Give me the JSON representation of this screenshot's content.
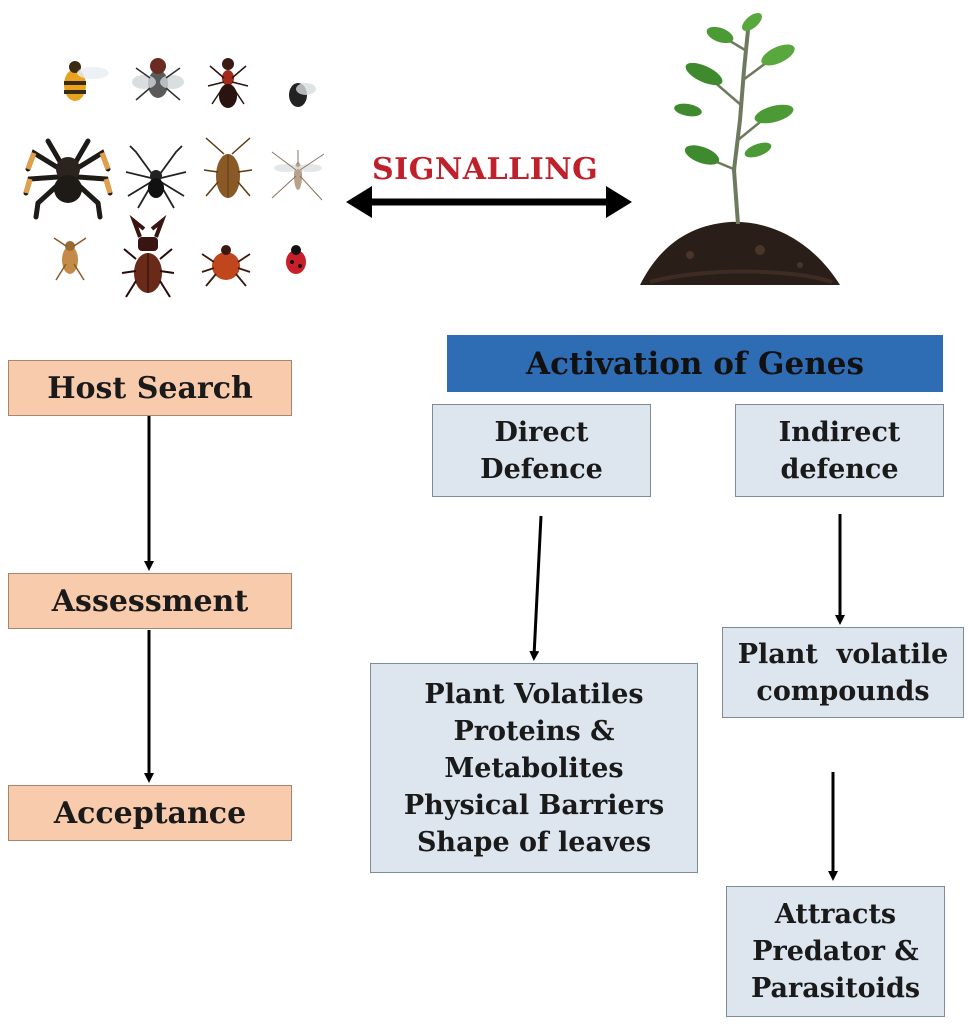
{
  "signal": "SIGNALLING",
  "left": [
    "Host Search",
    "Assessment",
    "Acceptance"
  ],
  "banner": "Activation of Genes",
  "direct": [
    "Direct",
    "Defence"
  ],
  "indirect": [
    "Indirect",
    "defence"
  ],
  "direct_items": [
    "Plant Volatiles",
    "Proteins &",
    "Metabolites",
    "Physical Barriers",
    "Shape of leaves"
  ],
  "volatile": [
    "Plant  volatile",
    "compounds"
  ],
  "attracts": [
    "Attracts",
    "Predator &",
    "Parasitoids"
  ],
  "insects": [
    "bee",
    "housefly",
    "ant",
    "fly",
    "tarantula",
    "spider",
    "cockroach",
    "mosquito",
    "cricket",
    "stag-beetle",
    "tick",
    "ladybug"
  ]
}
